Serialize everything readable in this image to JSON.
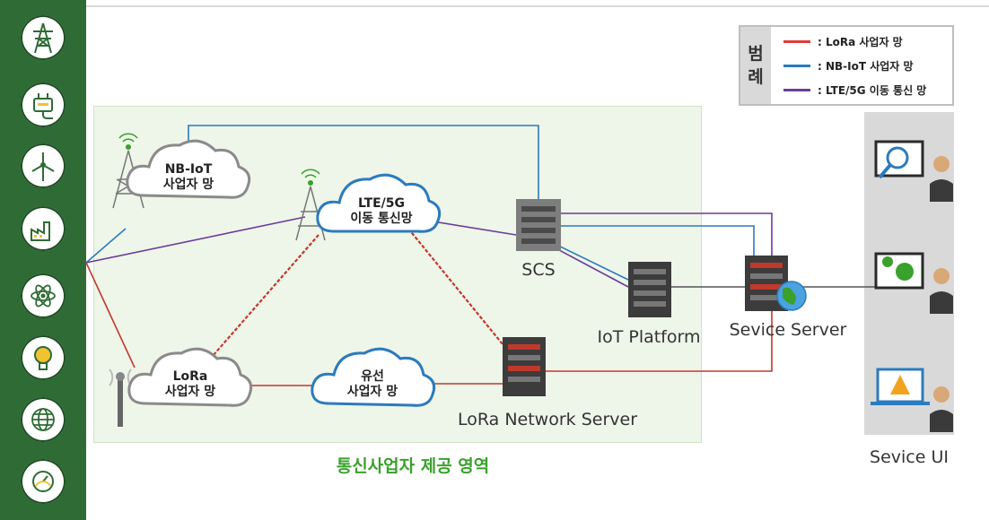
{
  "legend": {
    "title_line1": "범",
    "title_line2": "례",
    "items": [
      {
        "label": ": LoRa 사업자 망",
        "color": "#e03a3a"
      },
      {
        "label": ": NB-IoT 사업자 망",
        "color": "#2b7bbd"
      },
      {
        "label": ": LTE/5G 이동 통신 망",
        "color": "#6a3d9a"
      }
    ]
  },
  "clouds": {
    "nbiot": {
      "line1": "NB-IoT",
      "line2": "사업자 망"
    },
    "lte": {
      "line1": "LTE/5G",
      "line2": "이동 통신망"
    },
    "lora": {
      "line1": "LoRa",
      "line2": "사업자 망"
    },
    "wired": {
      "line1": "유선",
      "line2": "사업자 망"
    }
  },
  "servers": {
    "scs": "SCS",
    "iot_platform": "IoT Platform",
    "service_server": "Sevice Server",
    "lora_network_server": "LoRa Network Server"
  },
  "zone_label": "통신사업자 제공 영역",
  "ui_label": "Sevice UI",
  "sidebar_icons": [
    "transmission-tower-icon",
    "plug-icon",
    "wind-turbine-icon",
    "factory-icon",
    "atom-icon",
    "lightbulb-icon",
    "globe-icon",
    "gauge-icon"
  ],
  "colors": {
    "sidebar": "#2e6b35",
    "lora": "#e03a3a",
    "nbiot": "#2b7bbd",
    "lte": "#6a3d9a",
    "zone_text": "#3aa12c"
  }
}
